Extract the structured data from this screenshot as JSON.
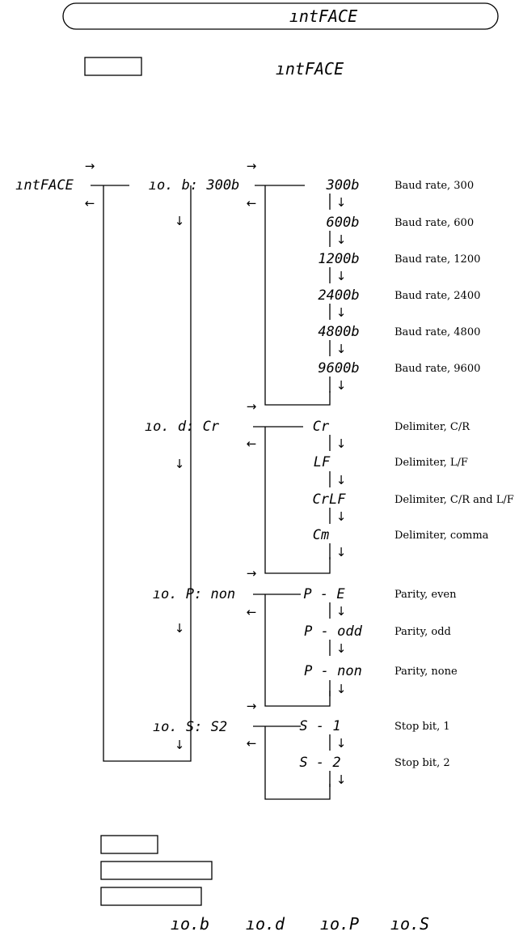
{
  "title": "ıntFACE",
  "intro_label": "ıntFACE",
  "menu": {
    "root": "ıntFACE",
    "groups": [
      {
        "key": "ıo. b: 300b",
        "options": [
          {
            "display": "300b",
            "desc": "Baud rate, 300"
          },
          {
            "display": "600b",
            "desc": "Baud rate, 600"
          },
          {
            "display": "1200b",
            "desc": "Baud rate, 1200"
          },
          {
            "display": "2400b",
            "desc": "Baud rate, 2400"
          },
          {
            "display": "4800b",
            "desc": "Baud rate, 4800"
          },
          {
            "display": "9600b",
            "desc": "Baud rate, 9600"
          }
        ]
      },
      {
        "key": "ıo. d: Cr",
        "options": [
          {
            "display": "Cr",
            "desc": "Delimiter, C/R"
          },
          {
            "display": "LF",
            "desc": "Delimiter, L/F"
          },
          {
            "display": "CrLF",
            "desc": "Delimiter, C/R and L/F"
          },
          {
            "display": "Cm",
            "desc": "Delimiter, comma"
          }
        ]
      },
      {
        "key": "ıo. P: non",
        "options": [
          {
            "display": "P - E",
            "desc": "Parity, even"
          },
          {
            "display": "P - odd",
            "desc": "Parity, odd"
          },
          {
            "display": "P - non",
            "desc": "Parity, none"
          }
        ]
      },
      {
        "key": "ıo. S: S2",
        "options": [
          {
            "display": "S - 1",
            "desc": "Stop bit, 1"
          },
          {
            "display": "S - 2",
            "desc": "Stop bit, 2"
          }
        ]
      }
    ]
  },
  "footer_codes": [
    "ıo.b",
    "ıo.d",
    "ıo.P",
    "ıo.S"
  ],
  "arrows": {
    "right": "→",
    "left": "←",
    "down": "↓"
  }
}
